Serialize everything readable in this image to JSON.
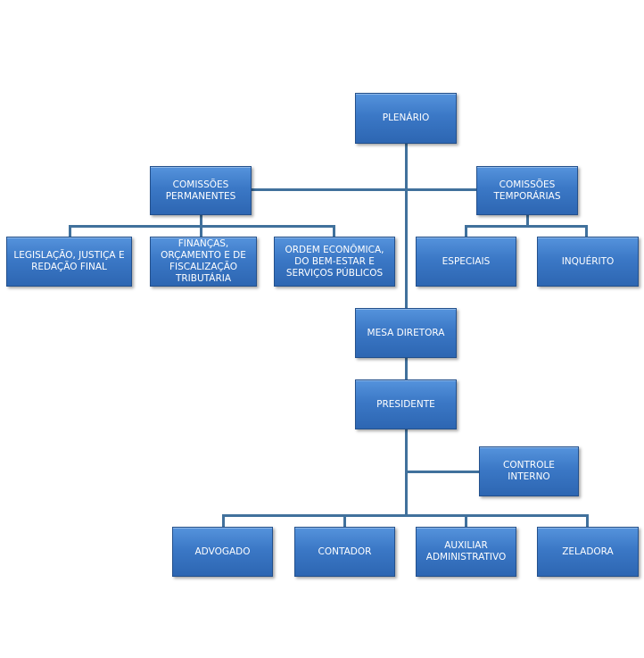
{
  "nodes": {
    "plenario": "PLENÁRIO",
    "comissoes_permanentes": "COMISSÕES PERMANENTES",
    "comissoes_temporarias": "COMISSÕES TEMPORÁRIAS",
    "legislacao": "LEGISLAÇÃO, JUSTIÇA E REDAÇÃO FINAL",
    "financas": "FINANÇAS, ORÇAMENTO E DE FISCALIZAÇÃO TRIBUTÁRIA",
    "ordem": "ORDEM ECONÔMICA, DO BEM-ESTAR E SERVIÇOS PÚBLICOS",
    "especiais": "ESPECIAIS",
    "inquerito": "INQUÉRITO",
    "mesa_diretora": "MESA DIRETORA",
    "presidente": "PRESIDENTE",
    "controle_interno": "CONTROLE INTERNO",
    "advogado": "ADVOGADO",
    "contador": "CONTADOR",
    "auxiliar": "AUXILIAR ADMINISTRATIVO",
    "zeladora": "ZELADORA"
  },
  "colors": {
    "box": "#3b78c6",
    "connector": "#41719c"
  }
}
